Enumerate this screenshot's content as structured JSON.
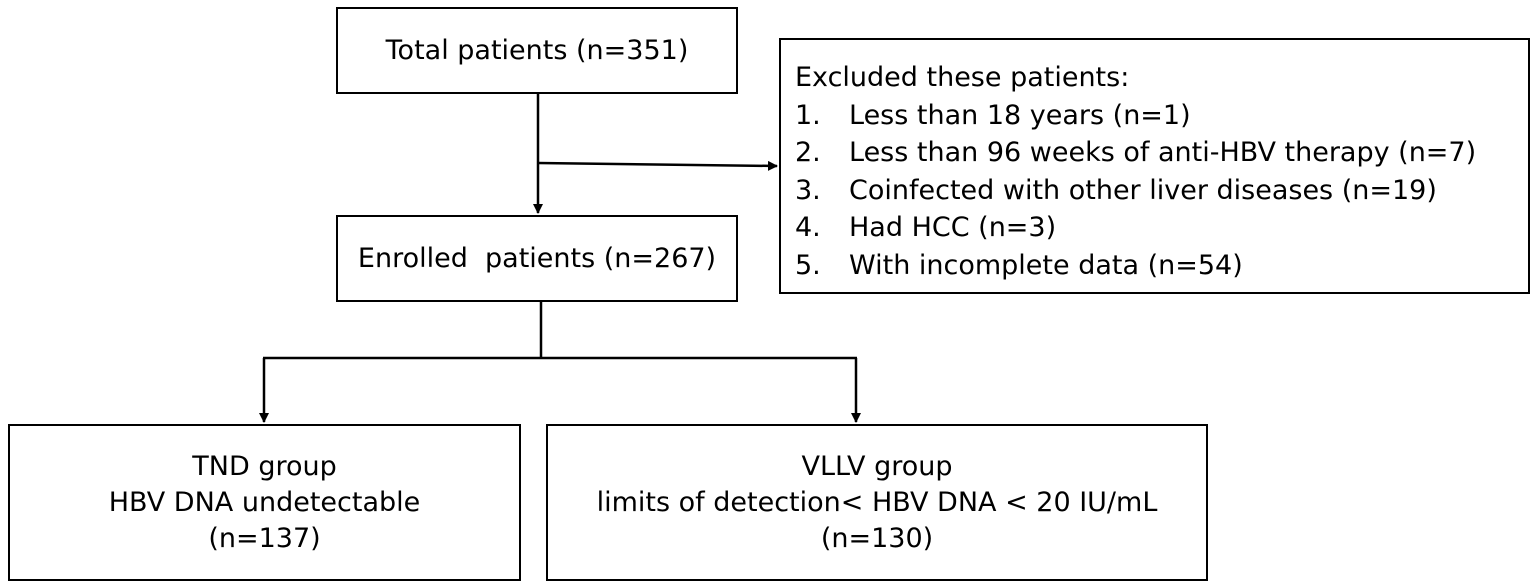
{
  "total_box": {
    "label": "Total patients (n=351)"
  },
  "excluded_box": {
    "title": "Excluded these patients:",
    "items": [
      {
        "num": "1.",
        "text": "Less than 18 years (n=1)"
      },
      {
        "num": "2.",
        "text": "Less than 96 weeks of anti-HBV therapy (n=7)"
      },
      {
        "num": "3.",
        "text": "Coinfected with other liver diseases (n=19)"
      },
      {
        "num": "4.",
        "text": "Had HCC (n=3)"
      },
      {
        "num": "5.",
        "text": "With incomplete data (n=54)"
      }
    ]
  },
  "enrolled_box": {
    "label": "Enrolled  patients (n=267)"
  },
  "tnd_box": {
    "line1": "TND group",
    "line2": "HBV DNA undetectable",
    "line3": "(n=137)"
  },
  "vllv_box": {
    "line1": "VLLV group",
    "line2": "limits of detection< HBV DNA < 20 IU/mL",
    "line3": "(n=130)"
  },
  "colors": {
    "line": "#000000",
    "background": "#ffffff"
  }
}
